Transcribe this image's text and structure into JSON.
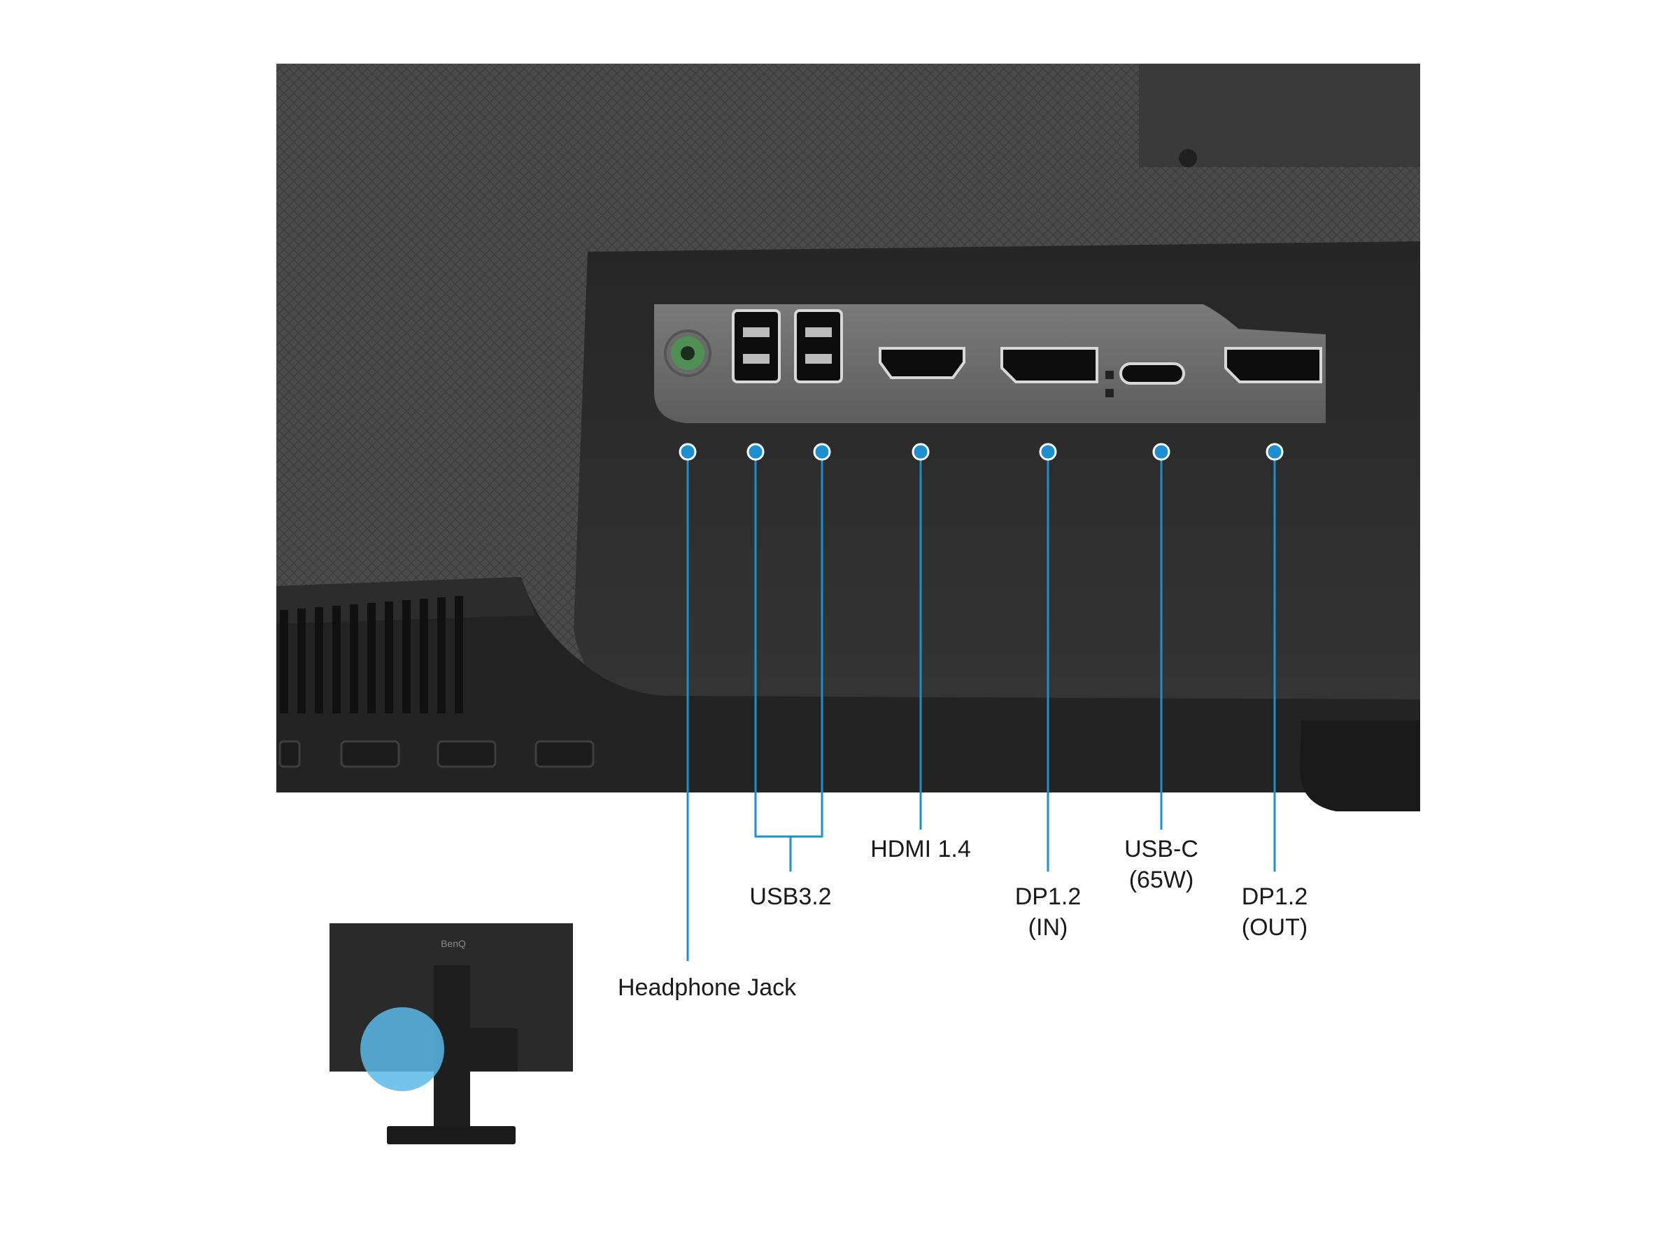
{
  "labels": {
    "headphone": "Headphone Jack",
    "usb": "USB3.2",
    "hdmi": "HDMI 1.4",
    "usbc_line1": "USB-C",
    "usbc_line2": "(65W)",
    "dp_in_line1": "DP1.2",
    "dp_in_line2": "(IN)",
    "dp_out_line1": "DP1.2",
    "dp_out_line2": "(OUT)"
  },
  "thumbnail": {
    "brand": "BenQ"
  },
  "colors": {
    "callout": "#1b8fd0",
    "highlight": "#5bb8e6",
    "body_dark": "#2f2f2f",
    "panel": "#6a6a6a",
    "green_jack": "#4f8f52"
  }
}
